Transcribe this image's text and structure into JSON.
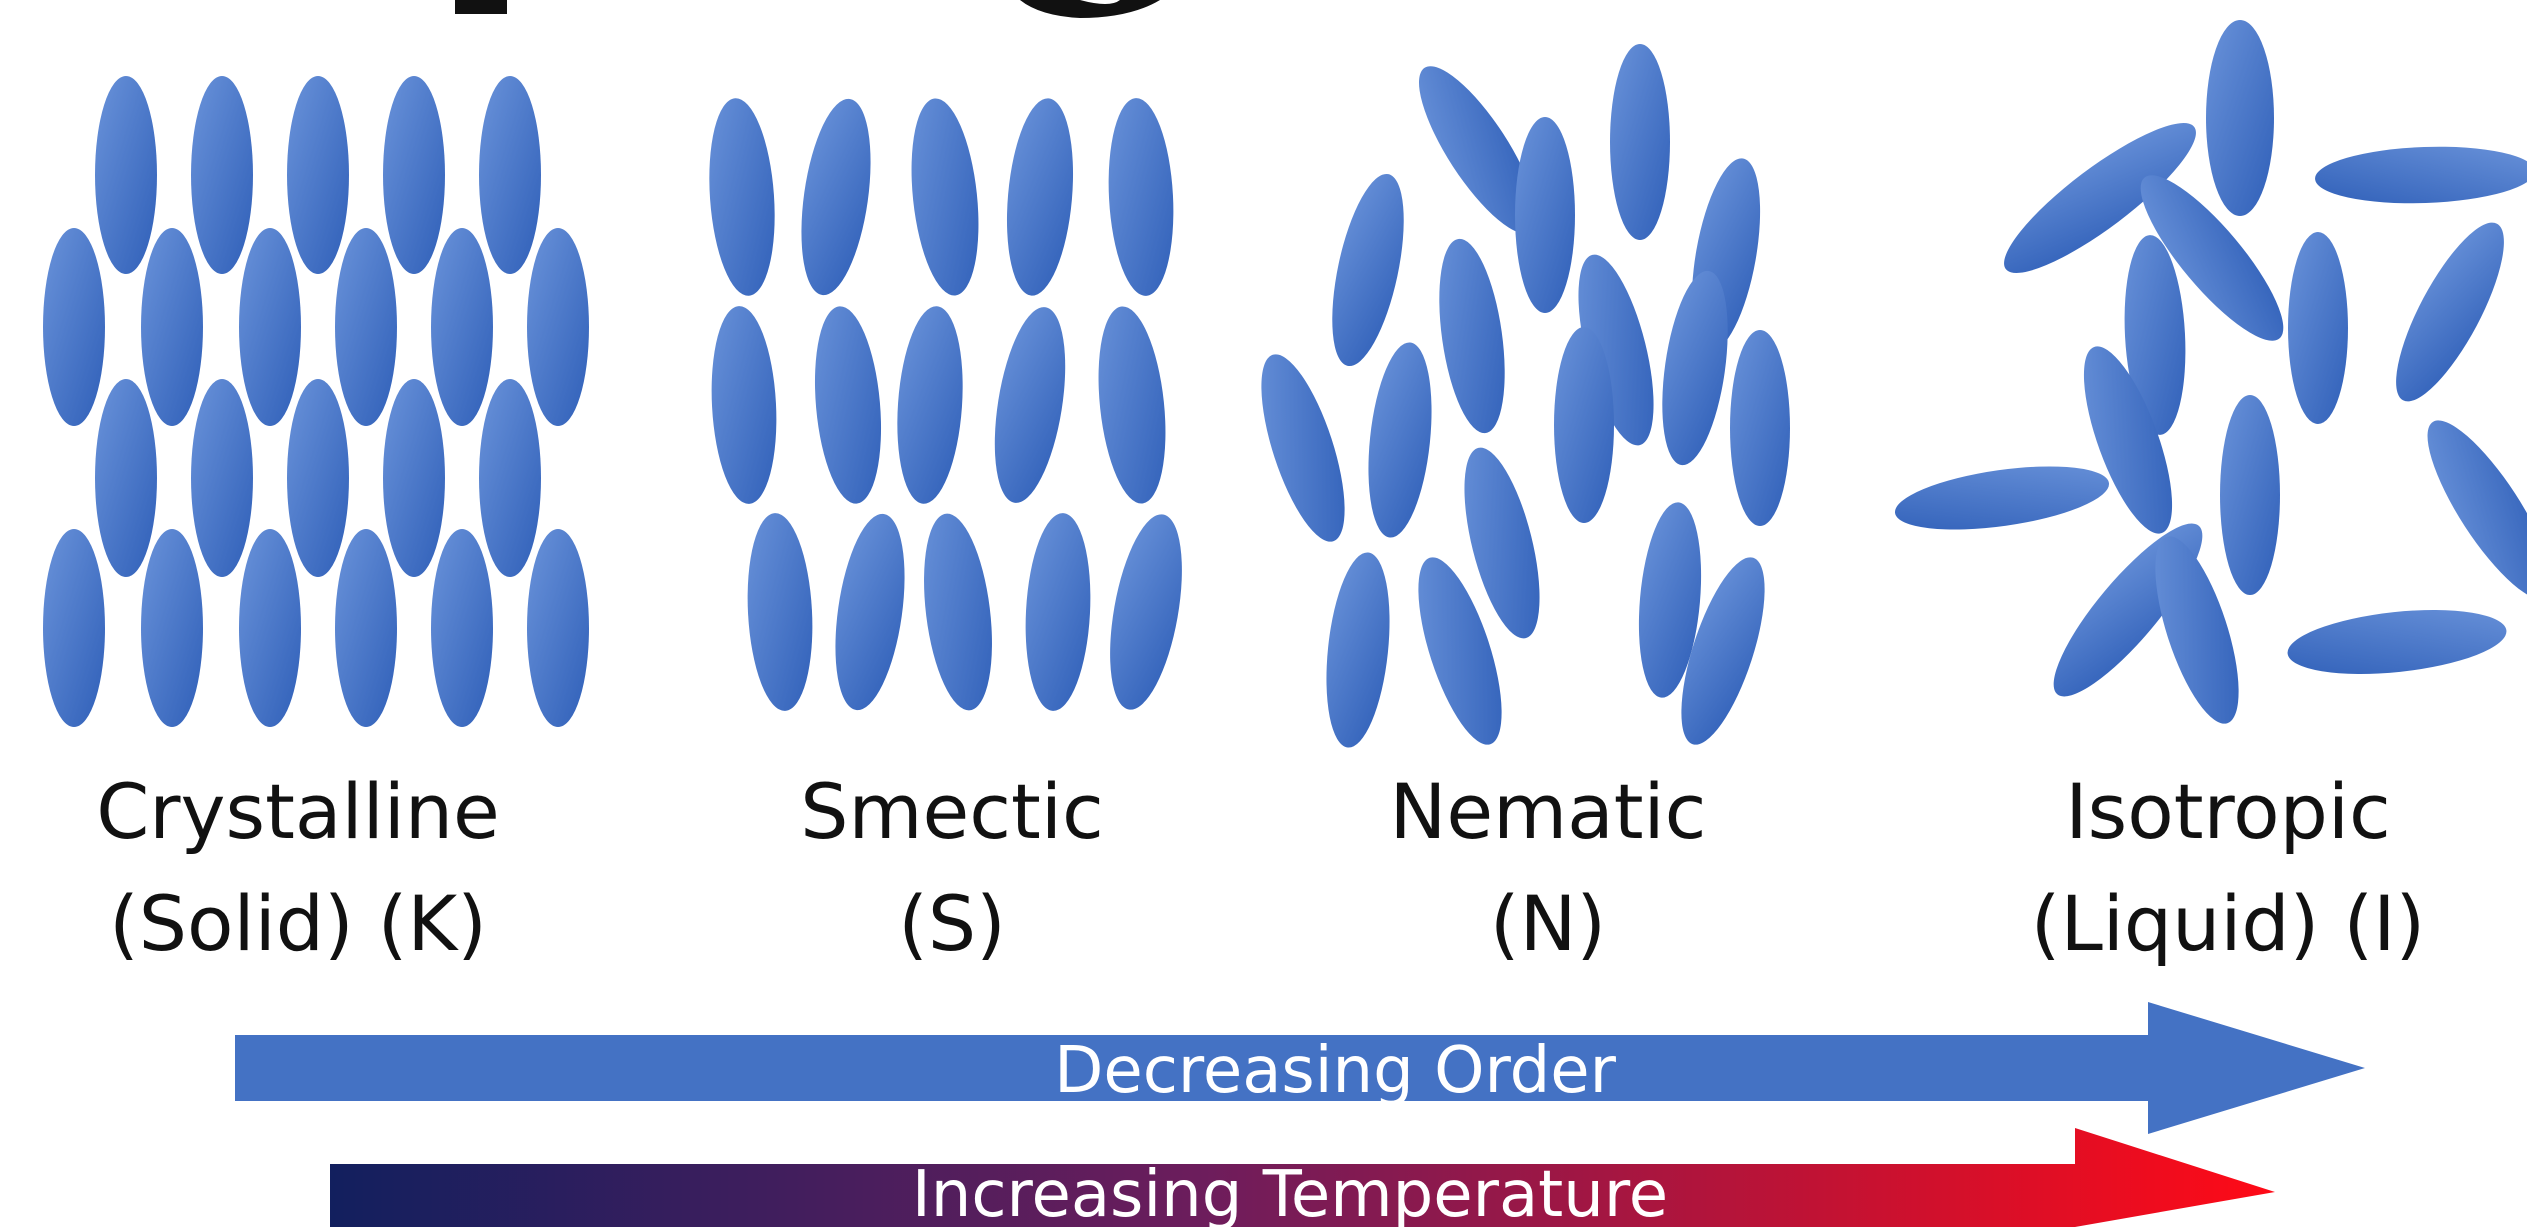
{
  "colors": {
    "molecule": "#4472c4",
    "molecule_light": "#5b86d4",
    "order_arrow": "#4472c4",
    "temp_start": "#142060",
    "temp_mid": "#6e1f5e",
    "temp_end": "#ff0d1a",
    "text": "#111111",
    "arrow_text": "#ffffff"
  },
  "phases": [
    {
      "name": "Crystalline",
      "sub": "(Solid) (K)"
    },
    {
      "name": "Smectic",
      "sub": "(S)"
    },
    {
      "name": "Nematic",
      "sub": "(N)"
    },
    {
      "name": "Isotropic",
      "sub": "(Liquid) (I)"
    }
  ],
  "arrows": {
    "order_label": "Decreasing Order",
    "temperature_label": "Increasing Temperature"
  }
}
